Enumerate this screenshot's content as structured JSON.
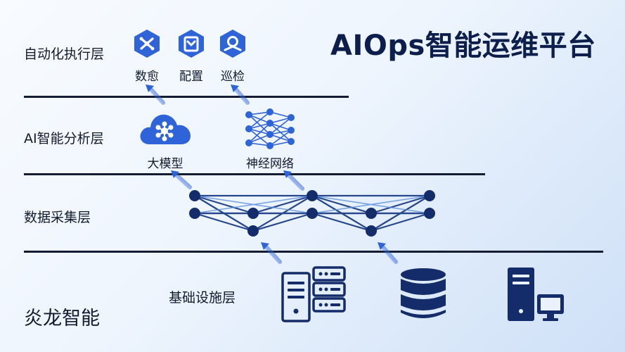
{
  "title": "AIOps智能运维平台",
  "brand": "炎龙智能",
  "colors": {
    "accent": "#2f63d8",
    "dark": "#0d1e4c",
    "network": "#1d3e86"
  },
  "layers": [
    {
      "label": "自动化执行层",
      "items": [
        {
          "label": "数愈",
          "icon": "self-healing-icon"
        },
        {
          "label": "配置",
          "icon": "configuration-icon"
        },
        {
          "label": "巡检",
          "icon": "inspection-icon"
        }
      ]
    },
    {
      "label": "AI智能分析层",
      "items": [
        {
          "label": "大模型",
          "icon": "cloud-model-icon"
        },
        {
          "label": "神经网络",
          "icon": "neural-network-icon"
        }
      ]
    },
    {
      "label": "数据采集层",
      "items": []
    },
    {
      "label": "基础设施层",
      "items": [
        {
          "icon": "server-rack-icon"
        },
        {
          "icon": "database-icon"
        },
        {
          "icon": "desktop-computer-icon"
        }
      ]
    }
  ]
}
